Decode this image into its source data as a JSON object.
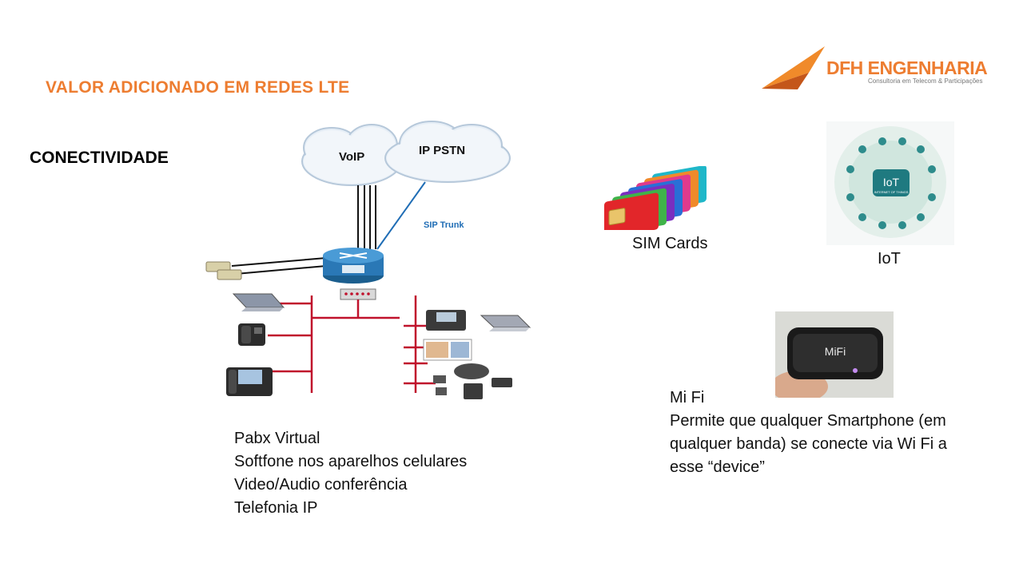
{
  "slide": {
    "title": "VALOR ADICIONADO EM REDES LTE",
    "subtitle": "CONECTIVIDADE"
  },
  "logo": {
    "name": "DFH ENGENHARIA",
    "tagline": "Consultoria em Telecom & Participações"
  },
  "diagram": {
    "cloud_voip": "VoIP",
    "cloud_pstn": "IP PSTN",
    "sip_label": "SIP Trunk"
  },
  "features": {
    "items": [
      "Pabx Virtual",
      "Softfone nos aparelhos celulares",
      "Video/Audio conferência",
      "Telefonia IP"
    ]
  },
  "sim": {
    "label": "SIM Cards"
  },
  "iot": {
    "label": "IoT",
    "badge": "IoT",
    "badge_sub": "INTERNET OF THINGS"
  },
  "mifi": {
    "device_text": "MiFi",
    "lines": [
      "Mi Fi",
      "Permite que qualquer Smartphone (em",
      "qualquer banda) se conecte via Wi Fi a",
      "esse “device”"
    ]
  },
  "colors": {
    "accent": "#ED7D31",
    "link": "#1F6DB5",
    "lan": "#C0122C"
  }
}
